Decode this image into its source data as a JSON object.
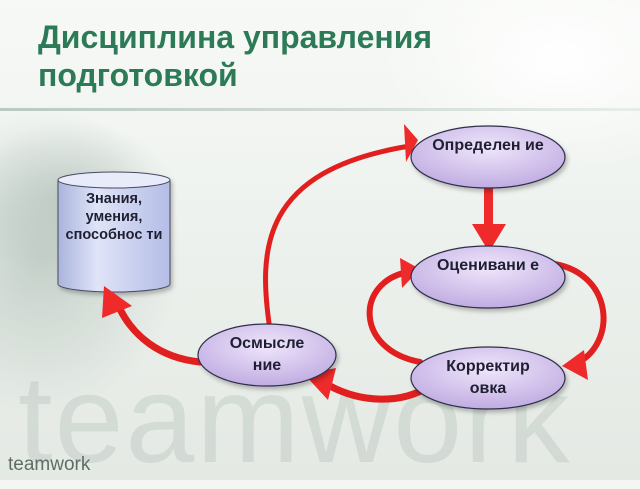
{
  "title": "Дисциплина управления подготовкой",
  "knowledge": "Знания, умения, способнос ти",
  "nodes": {
    "definition": "Определен ие",
    "evaluation": "Оценивани е",
    "correction": "Корректир овка",
    "reflection": "Осмысле ние"
  },
  "watermark": "teamwork",
  "brand": "teamwork",
  "colors": {
    "title": "#2c7a56",
    "node_fill": "#cbb8e6",
    "arrow": "#ee2a2a",
    "cylinder": "#c9d0f0"
  }
}
